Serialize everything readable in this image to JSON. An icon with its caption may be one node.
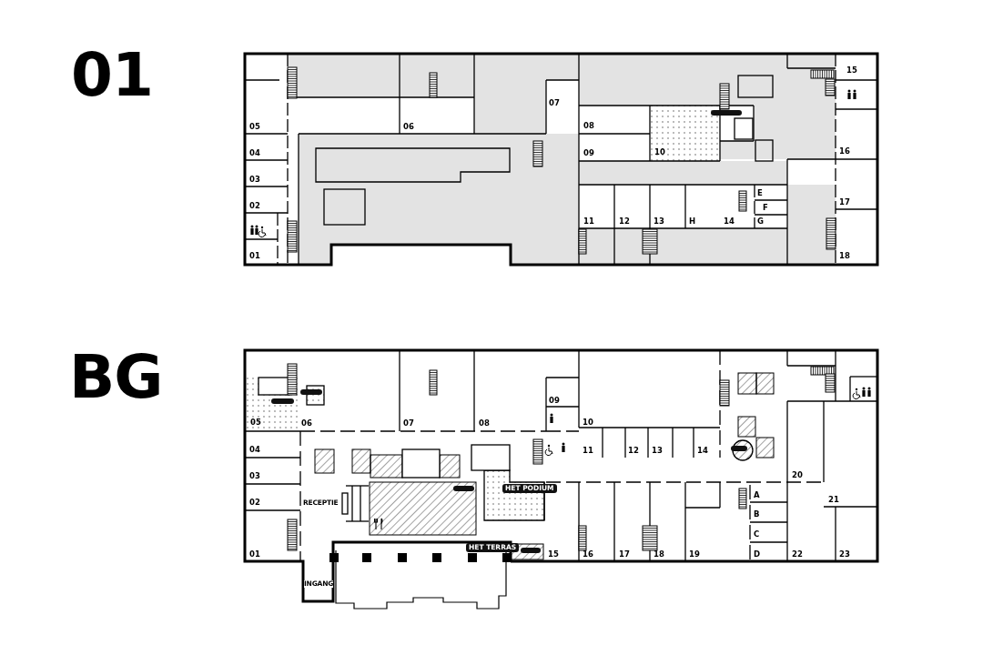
{
  "diagram": {
    "labels": [
      "01",
      "15",
      "07",
      "05",
      "06",
      "08",
      "04",
      "09",
      "10",
      "16",
      "03",
      "E",
      "02",
      "F",
      "17",
      "11",
      "12",
      "13",
      "H",
      "14",
      "G",
      "01",
      "18",
      "BG",
      "09",
      "05",
      "06",
      "07",
      "08",
      "10",
      "04",
      "11",
      "12",
      "13",
      "14",
      "03",
      "20",
      "HET PODIUM",
      "A",
      "02",
      "RECEPTIE",
      "21",
      "B",
      "C",
      "HET TERRAS",
      "01",
      "15",
      "16",
      "17",
      "18",
      "19",
      "D",
      "22",
      "23",
      "INGANG"
    ]
  }
}
